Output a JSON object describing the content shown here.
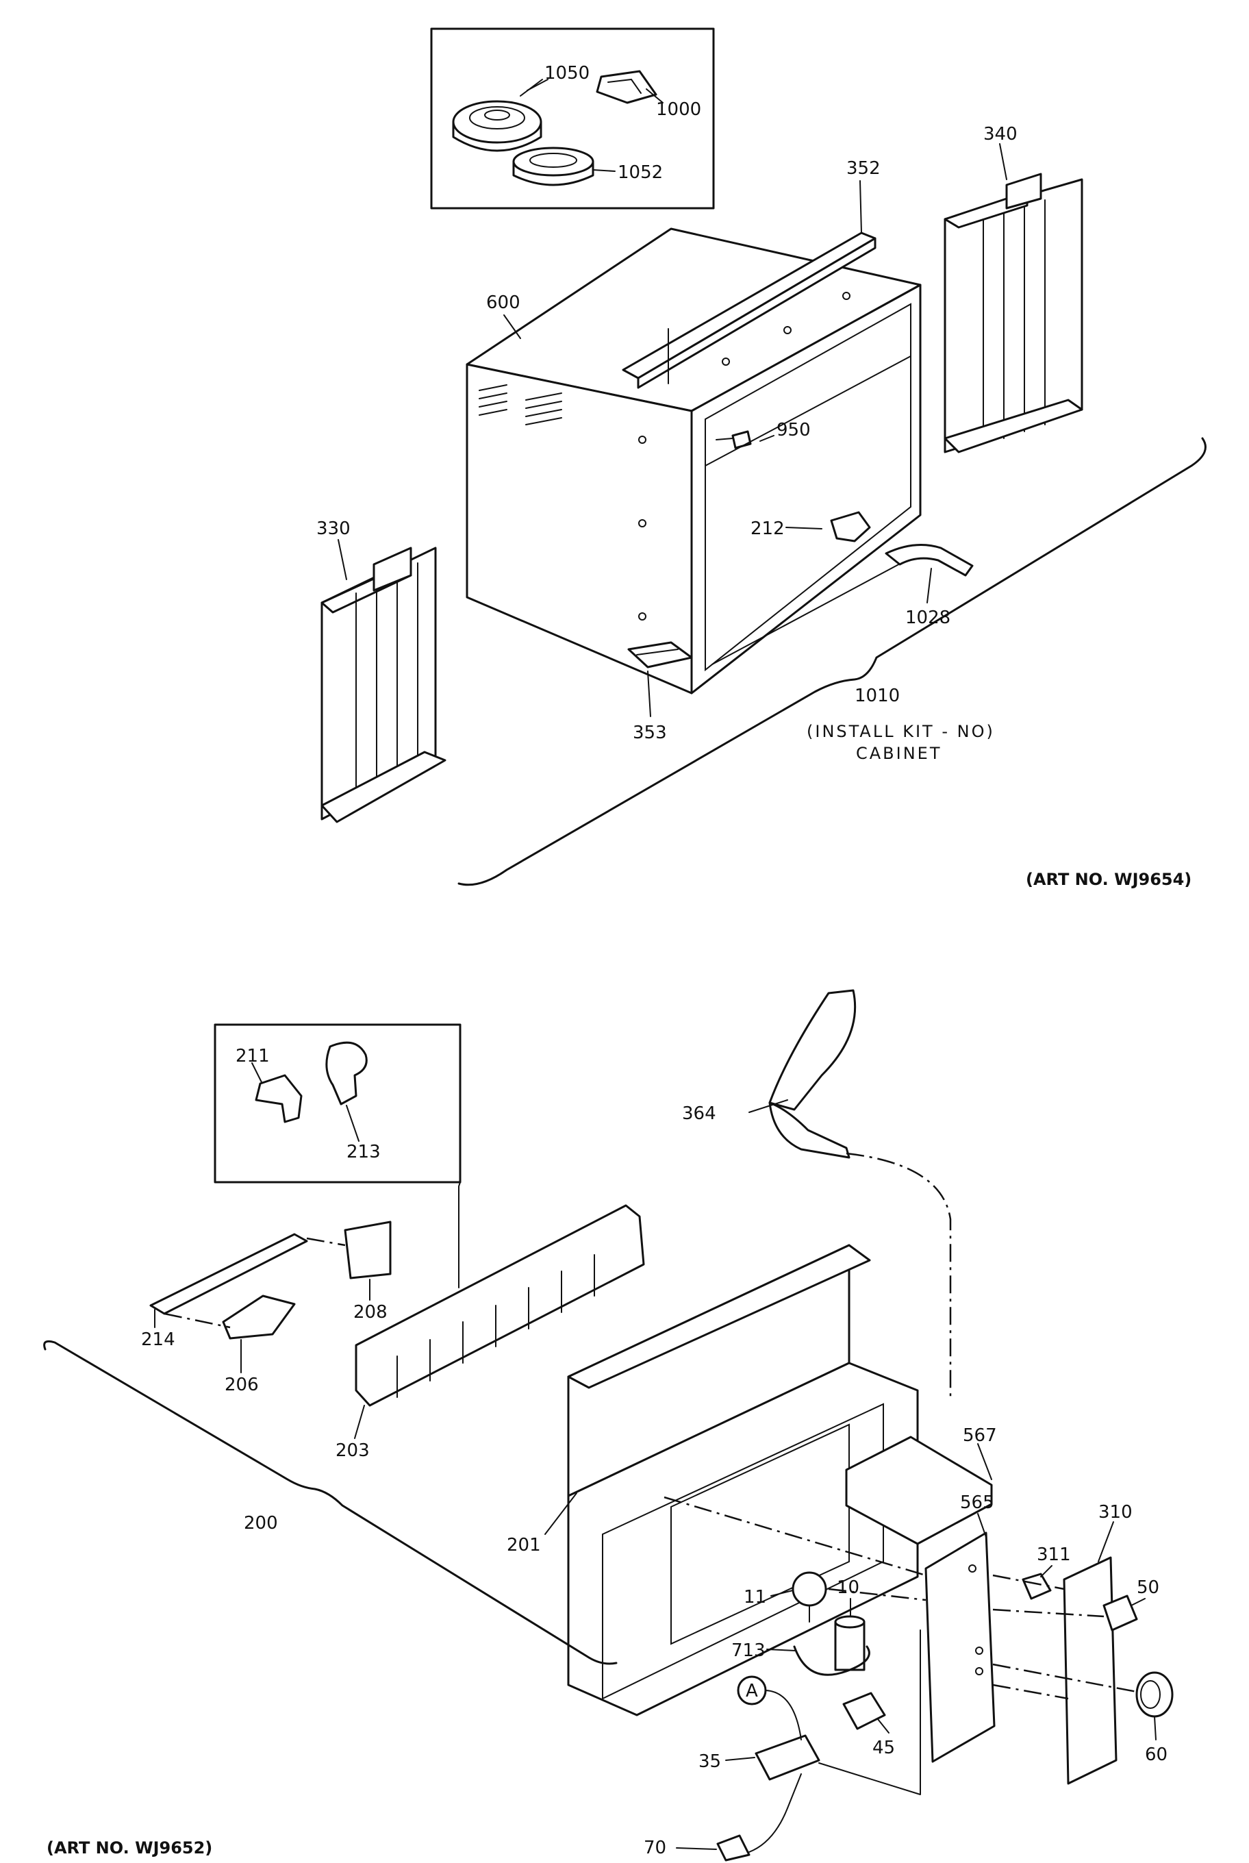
{
  "top_diagram": {
    "art_no": "(ART NO. WJ9654)",
    "kit_line1": "(INSTALL  KIT - NO)",
    "kit_line2": "CABINET",
    "labels": {
      "l1050": "1050",
      "l1000": "1000",
      "l1052": "1052",
      "l352": "352",
      "l340": "340",
      "l600": "600",
      "l950": "950",
      "l330": "330",
      "l212": "212",
      "l1028": "1028",
      "l1010": "1010",
      "l353": "353"
    }
  },
  "bottom_diagram": {
    "art_no": "(ART NO. WJ9652)",
    "labels": {
      "l211": "211",
      "l213": "213",
      "l364": "364",
      "l208": "208",
      "l214": "214",
      "l206": "206",
      "l203": "203",
      "l567": "567",
      "l200": "200",
      "l201": "201",
      "l565": "565",
      "l311": "311",
      "l310": "310",
      "l11": "11",
      "l10": "10",
      "l50": "50",
      "l713": "713",
      "lA": "A",
      "l45": "45",
      "l35": "35",
      "l60": "60",
      "l70": "70"
    }
  }
}
